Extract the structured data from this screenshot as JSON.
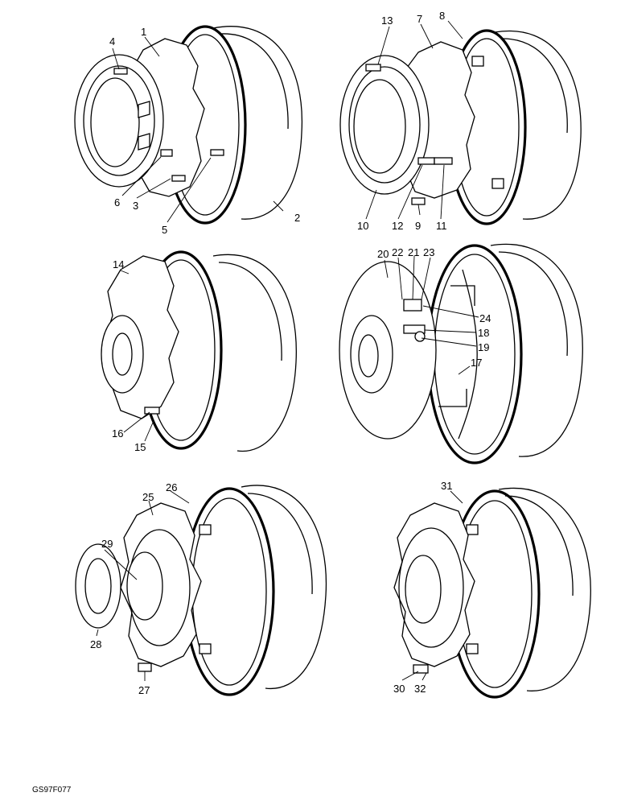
{
  "drawing_code": "GS97F077",
  "callouts": {
    "c1": "1",
    "c2": "2",
    "c3": "3",
    "c4": "4",
    "c5": "5",
    "c6": "6",
    "c7": "7",
    "c8": "8",
    "c9": "9",
    "c10": "10",
    "c11": "11",
    "c12": "12",
    "c13": "13",
    "c14": "14",
    "c15": "15",
    "c16": "16",
    "c17": "17",
    "c18": "18",
    "c19": "19",
    "c20": "20",
    "c21": "21",
    "c22": "22",
    "c23": "23",
    "c24": "24",
    "c25": "25",
    "c26": "26",
    "c27": "27",
    "c28": "28",
    "c29": "29",
    "c30": "30",
    "c31": "31",
    "c32": "32"
  }
}
